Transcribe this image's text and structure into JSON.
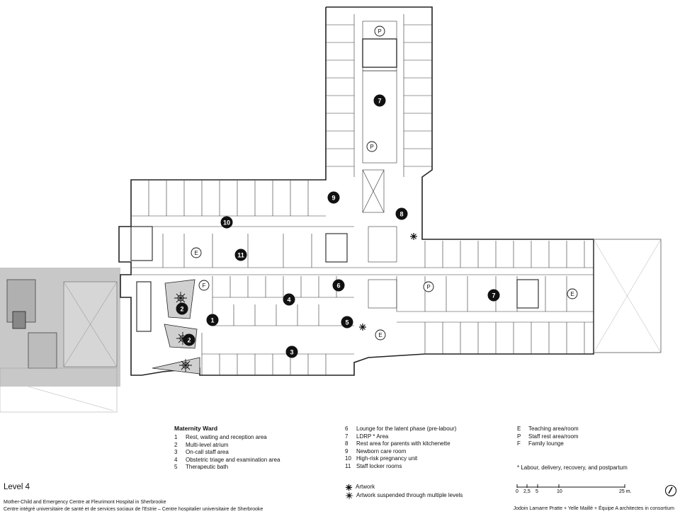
{
  "legend": {
    "title": "Maternity Ward",
    "items_left": [
      {
        "key": "1",
        "label": "Rest, waiting and reception area"
      },
      {
        "key": "2",
        "label": "Multi-level atrium"
      },
      {
        "key": "3",
        "label": "On-call staff area"
      },
      {
        "key": "4",
        "label": "Obstetric triage and examination area"
      },
      {
        "key": "5",
        "label": "Therapeutic bath"
      }
    ],
    "items_mid": [
      {
        "key": "6",
        "label": "Lounge for the latent phase (pre-labour)"
      },
      {
        "key": "7",
        "label": "LDRP * Area"
      },
      {
        "key": "8",
        "label": "Rest area for parents with kitchenette"
      },
      {
        "key": "9",
        "label": "Newborn care room"
      },
      {
        "key": "10",
        "label": "High-risk pregnancy unit"
      },
      {
        "key": "11",
        "label": "Staff locker rooms"
      }
    ],
    "items_right": [
      {
        "key": "E",
        "label": "Teaching area/room"
      },
      {
        "key": "P",
        "label": "Staff rest area/room"
      },
      {
        "key": "F",
        "label": "Family lounge"
      }
    ],
    "footnote": "* Labour, delivery, recovery, and postpartum",
    "artwork": "Artwork",
    "artwork_suspended": "Artwork suspended through multiple levels"
  },
  "level_label": "Level 4",
  "credits": {
    "line1": "Mother-Child and Emergency Centre at Fleurimont Hospital in Sherbrooke",
    "line2": "Centre intégré universitaire de santé et de services sociaux de l'Estrie – Centre hospitalier universitaire de Sherbrooke",
    "right": "Jodoin Lamarre Pratte + Yelle Maillé + Équipe A architectes in consortium"
  },
  "scale": {
    "ticks": [
      "0",
      "2,5",
      "5",
      "10",
      "25 m."
    ]
  },
  "callouts": {
    "c1": "1",
    "c2": "2",
    "c3": "3",
    "c4": "4",
    "c5": "5",
    "c6": "6",
    "c7": "7",
    "c8": "8",
    "c9": "9",
    "c10": "10",
    "c11": "11",
    "e": "E",
    "p": "P",
    "f": "F"
  },
  "colors": {
    "ink": "#111111",
    "existing": "#bdbdbd",
    "wall": "#222222"
  }
}
